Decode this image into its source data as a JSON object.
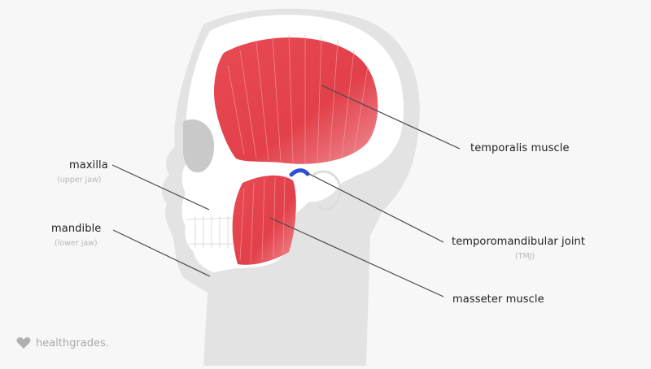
{
  "diagram": {
    "subject": "Jaw anatomy: lateral view of skull and head",
    "colors": {
      "background": "#f7f7f7",
      "head_silhouette": "#e3e3e3",
      "skull": "#ffffff",
      "muscle": "#e2404a",
      "muscle_light": "#ec7a82",
      "joint": "#2b4fd8",
      "leader_line": "#4a4a4a",
      "label_text": "#222222",
      "sublabel_text": "#b8b8b8",
      "logo": "#a9a9a9"
    },
    "labels": [
      {
        "id": "maxilla",
        "text": "maxilla",
        "sub": "(upper jaw)"
      },
      {
        "id": "mandible",
        "text": "mandible",
        "sub": "(lower jaw)"
      },
      {
        "id": "temporalis",
        "text": "temporalis muscle",
        "sub": ""
      },
      {
        "id": "tmj",
        "text": "temporomandibular joint",
        "sub": "(TMJ)"
      },
      {
        "id": "masseter",
        "text": "masseter muscle",
        "sub": ""
      }
    ]
  },
  "branding": {
    "logo_icon": "heart-icon",
    "logo_text": "healthgrades."
  }
}
